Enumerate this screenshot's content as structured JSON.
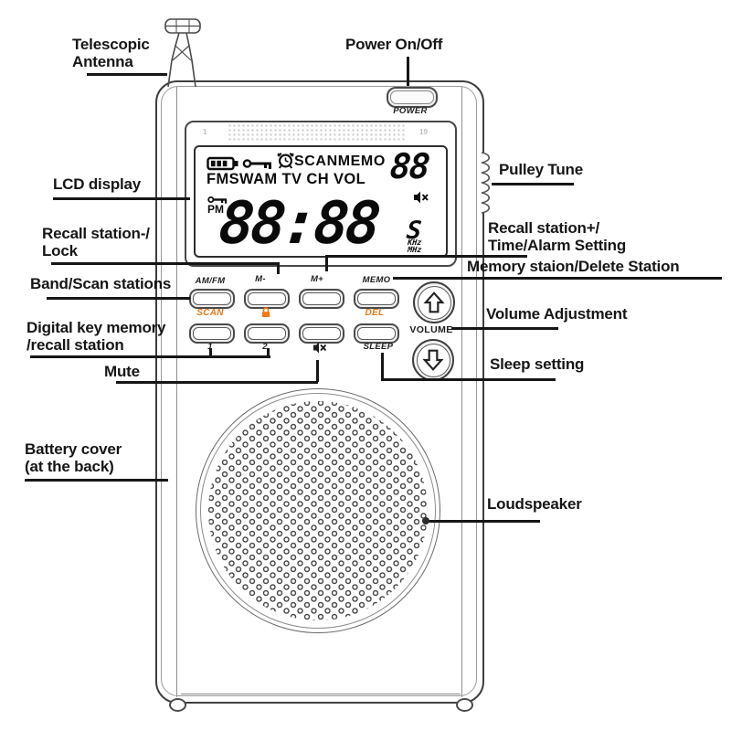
{
  "labels": {
    "telescopic_antenna": "Telescopic\nAntenna",
    "power_on_off": "Power On/Off",
    "lcd_display": "LCD display",
    "pulley_tune": "Pulley Tune",
    "recall_station_minus": "Recall station-/\nLock",
    "band_scan_stations": "Band/Scan stations",
    "digital_key_memory": "Digital key memory\n/recall station",
    "mute": "Mute",
    "battery_cover": "Battery cover\n(at the back)",
    "recall_station_plus": "Recall station+/\nTime/Alarm Setting",
    "memory_station": "Memory staion/Delete Station",
    "volume_adjustment": "Volume Adjustment",
    "sleep_setting": "Sleep setting",
    "loudspeaker": "Loudspeaker"
  },
  "device": {
    "power_label": "POWER",
    "volume_label": "VOLUME",
    "accent_color": "#f07818",
    "lcd": {
      "scale_left": "1",
      "scale_right": "19",
      "status": "SCANMEMO",
      "bands": "FMSWAM TV CH VOL",
      "channel": "88",
      "pm": "PM",
      "main": "88:88",
      "s_digit": "S",
      "khz": "KHz",
      "mhz": "MHz",
      "icons": [
        "battery-icon",
        "key-icon",
        "alarm-icon",
        "mute-icon",
        "lock-key-icon"
      ]
    },
    "buttons": {
      "top_labels": [
        "AM/FM",
        "M-",
        "M+",
        "MEMO"
      ],
      "scan": "SCAN",
      "del": "DEL",
      "bottom_labels": [
        "1",
        "2",
        "SLEEP"
      ]
    }
  }
}
